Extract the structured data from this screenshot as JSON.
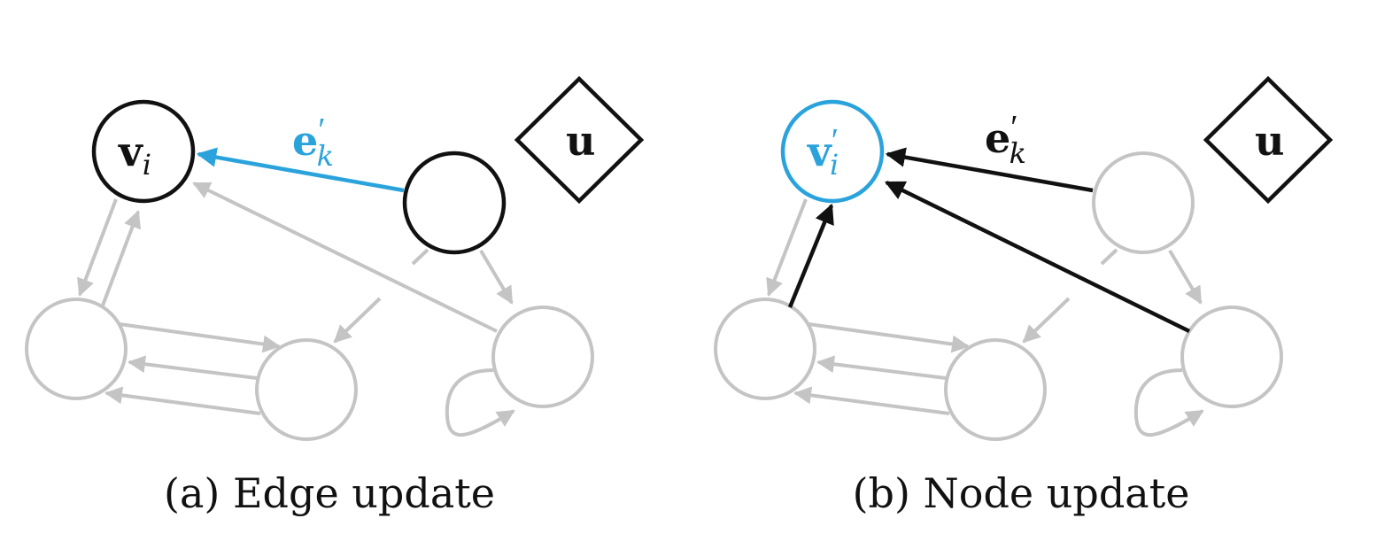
{
  "colors": {
    "faded": "#c4c4c4",
    "active": "#111111",
    "highlight": "#2aa3dc"
  },
  "panels": [
    {
      "caption": "(a) Edge update",
      "node_label": {
        "base": "v",
        "prime": "",
        "sub": "i"
      },
      "edge_label": {
        "base": "e",
        "prime": "′",
        "sub": "k"
      },
      "global_label": "u"
    },
    {
      "caption": "(b) Node update",
      "node_label": {
        "base": "v",
        "prime": "′",
        "sub": "i"
      },
      "edge_label": {
        "base": "e",
        "prime": "′",
        "sub": "k"
      },
      "global_label": "u"
    }
  ]
}
